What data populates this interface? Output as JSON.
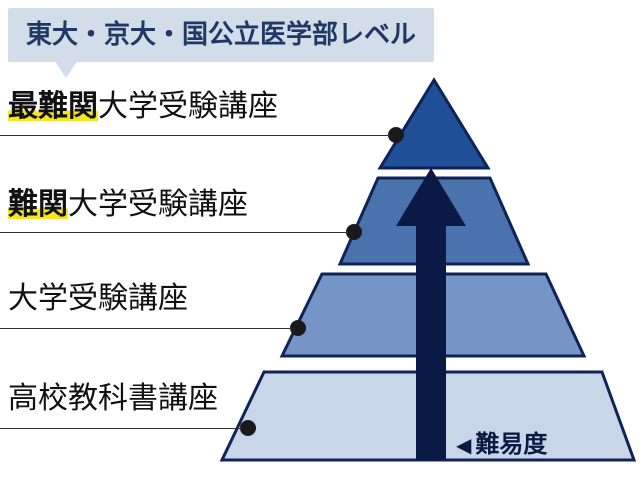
{
  "header": {
    "badge": "東大・京大・国公立医学部レベル"
  },
  "levels": [
    {
      "emphasis": "最難関",
      "rest": "大学受験講座"
    },
    {
      "emphasis": "難関",
      "rest": "大学受験講座"
    },
    {
      "emphasis": "",
      "rest": "大学受験講座"
    },
    {
      "emphasis": "",
      "rest": "高校教科書講座"
    }
  ],
  "axis": {
    "arrow_glyph": "◀",
    "label": "難易度"
  },
  "colors": {
    "tier_top": "#1f4f96",
    "tier_2": "#4a72ad",
    "tier_3": "#7595c7",
    "tier_bottom": "#c9d6ea",
    "outline": "#0e2457",
    "arrow": "#0b1a45",
    "highlight": "#f5e61e",
    "badge_bg": "#d3dce9"
  }
}
